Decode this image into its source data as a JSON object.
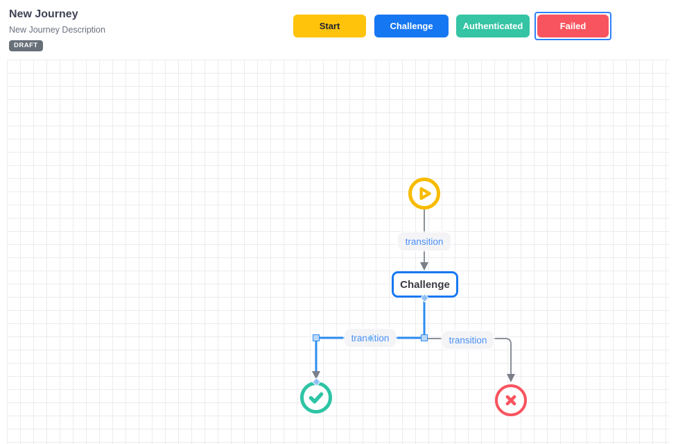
{
  "header": {
    "title": "New Journey",
    "description": "New Journey Description",
    "status_badge": "DRAFT"
  },
  "toolbar": {
    "buttons": [
      {
        "label": "Start",
        "bg": "#FFC30B",
        "text": "#1F2430",
        "selected": false
      },
      {
        "label": "Challenge",
        "bg": "#1677F2",
        "text": "#FFFFFF",
        "selected": false
      },
      {
        "label": "Authenticated",
        "bg": "#35C4A4",
        "text": "#FFFFFF",
        "selected": false
      },
      {
        "label": "Failed",
        "bg": "#F8545F",
        "text": "#FFFFFF",
        "selected": true,
        "selection_border": "#2F80F7"
      }
    ]
  },
  "canvas": {
    "colors": {
      "grid_line": "#ECECEF",
      "edge": "#8A8F98",
      "selected_edge": "#2D8CF0",
      "arrowhead": "#7A7F88",
      "handle_fill": "#BCD8F7",
      "handle_border": "#2D8CF0",
      "diamond_fill": "#8FC0F2",
      "label_bg": "#F4F4F7",
      "label_text": "#4A90F5"
    },
    "nodes": [
      {
        "id": "start",
        "type": "start",
        "icon": "play-icon",
        "color": "#F7BB00"
      },
      {
        "id": "challenge",
        "type": "state",
        "label": "Challenge",
        "border_color": "#1677F2",
        "text_color": "#3A3A44"
      },
      {
        "id": "authenticated",
        "type": "success",
        "icon": "check-icon",
        "color": "#2EC4A5"
      },
      {
        "id": "failed",
        "type": "failure",
        "icon": "x-icon",
        "color": "#F8545F"
      }
    ],
    "edges": [
      {
        "label": "transition",
        "from": "start",
        "to": "challenge",
        "selected": false
      },
      {
        "label": "transition",
        "from": "challenge",
        "to": "authenticated",
        "selected": true
      },
      {
        "label": "transition",
        "from": "challenge",
        "to": "failed",
        "selected": false
      }
    ]
  }
}
